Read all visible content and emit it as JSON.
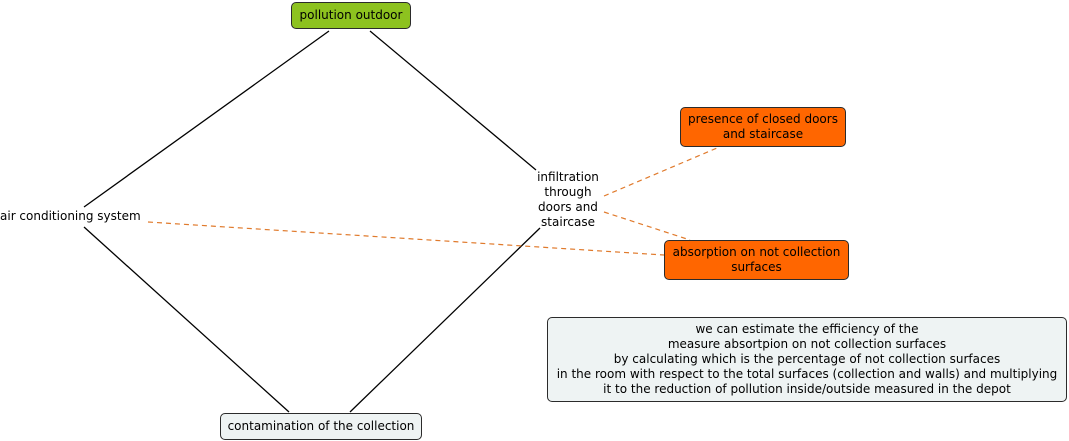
{
  "colors": {
    "green": "#8dc21f",
    "orange": "#ff6600",
    "light": "#eef3f3",
    "solid_line": "#000000",
    "dashed_line": "#e07a2c"
  },
  "nodes": {
    "pollution_outdoor": "pollution outdoor",
    "air_conditioning": "air conditioning system",
    "infiltration": "infiltration\nthrough\ndoors and\nstaircase",
    "closed_doors": "presence of closed doors\nand staircase",
    "absorption": "absorption on not collection\nsurfaces",
    "note": "we can estimate the efficiency of the\nmeasure absortpion on not collection surfaces\nby calculating which is the percentage of not collection surfaces\nin the room with respect to the total surfaces (collection and walls) and multiplying\nit to the reduction of pollution inside/outside measured in the depot",
    "contamination": "contamination of the collection"
  },
  "connections": [
    {
      "from": "pollution_outdoor",
      "to": "air_conditioning",
      "style": "solid"
    },
    {
      "from": "pollution_outdoor",
      "to": "infiltration",
      "style": "solid"
    },
    {
      "from": "air_conditioning",
      "to": "contamination",
      "style": "solid"
    },
    {
      "from": "infiltration",
      "to": "contamination",
      "style": "solid"
    },
    {
      "from": "infiltration",
      "to": "closed_doors",
      "style": "dashed"
    },
    {
      "from": "infiltration",
      "to": "absorption",
      "style": "dashed"
    },
    {
      "from": "air_conditioning",
      "to": "absorption",
      "style": "dashed"
    }
  ]
}
